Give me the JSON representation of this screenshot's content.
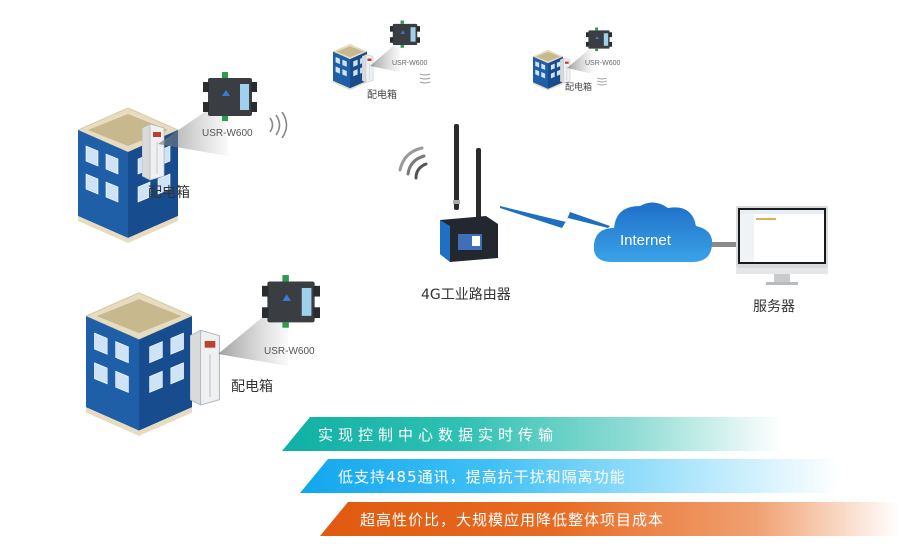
{
  "diagram": {
    "title": "4G工业路由器 distribution box networking",
    "sites": [
      {
        "building_label": "配电箱",
        "device_label": "USR-W600"
      },
      {
        "building_label": "配电箱",
        "device_label": "USR-W600"
      },
      {
        "building_label": "配电箱",
        "device_label": "USR-W600"
      },
      {
        "building_label": "配电箱",
        "device_label": "USR-W600"
      }
    ],
    "router": {
      "label": "4G工业路由器"
    },
    "cloud": {
      "label": "Internet"
    },
    "server": {
      "label": "服务器"
    },
    "colors": {
      "building_blue": "#1f5fa8",
      "cloud_blue": "#2a86d6",
      "link_blue": "#1e6fc0",
      "teal": "#10b0a4",
      "sky": "#12a6ee",
      "orange": "#e05a10"
    }
  },
  "features": [
    {
      "text": "实现控制中心数据实时传输"
    },
    {
      "text": "低支持485通讯，提高抗干扰和隔离功能"
    },
    {
      "text": "超高性价比，大规模应用降低整体项目成本"
    }
  ]
}
